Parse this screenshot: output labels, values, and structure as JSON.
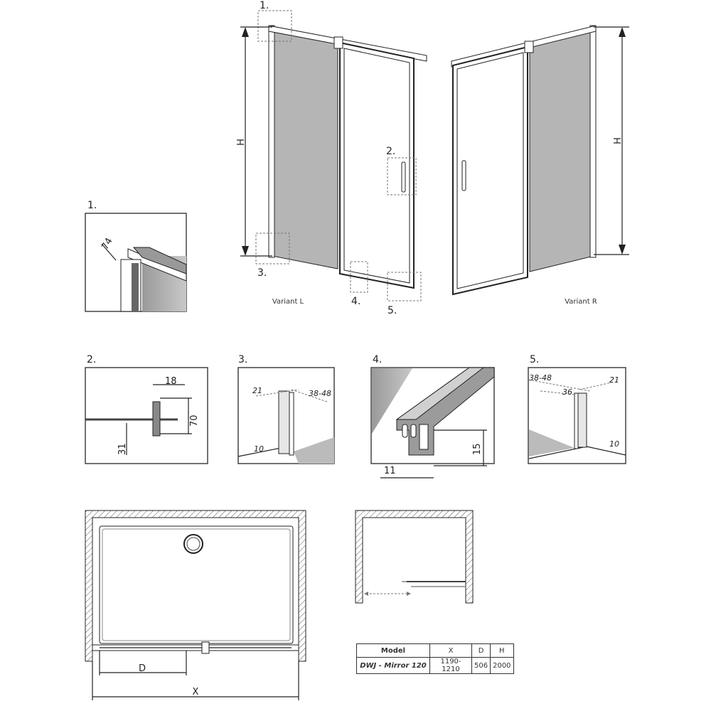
{
  "labels": {
    "d1": "1.",
    "d2": "2.",
    "d3": "3.",
    "d4": "4.",
    "d5": "5."
  },
  "variants": {
    "left": "Variant L",
    "right": "Variant R"
  },
  "height_label": "H",
  "detail1": {
    "dim": "74"
  },
  "detail2": {
    "width": "18",
    "height": "70",
    "offset": "31"
  },
  "detail3": {
    "a": "21",
    "b": "38-48",
    "c": "10"
  },
  "detail4": {
    "height": "15",
    "width": "11"
  },
  "detail5": {
    "a": "38-48",
    "b": "21",
    "c": "36",
    "d": "10"
  },
  "plan": {
    "d_label": "D",
    "x_label": "X"
  },
  "table": {
    "headers": [
      "Model",
      "X",
      "D",
      "H"
    ],
    "row": [
      "DWJ - Mirror 120",
      "1190-1210",
      "506",
      "2000"
    ]
  }
}
